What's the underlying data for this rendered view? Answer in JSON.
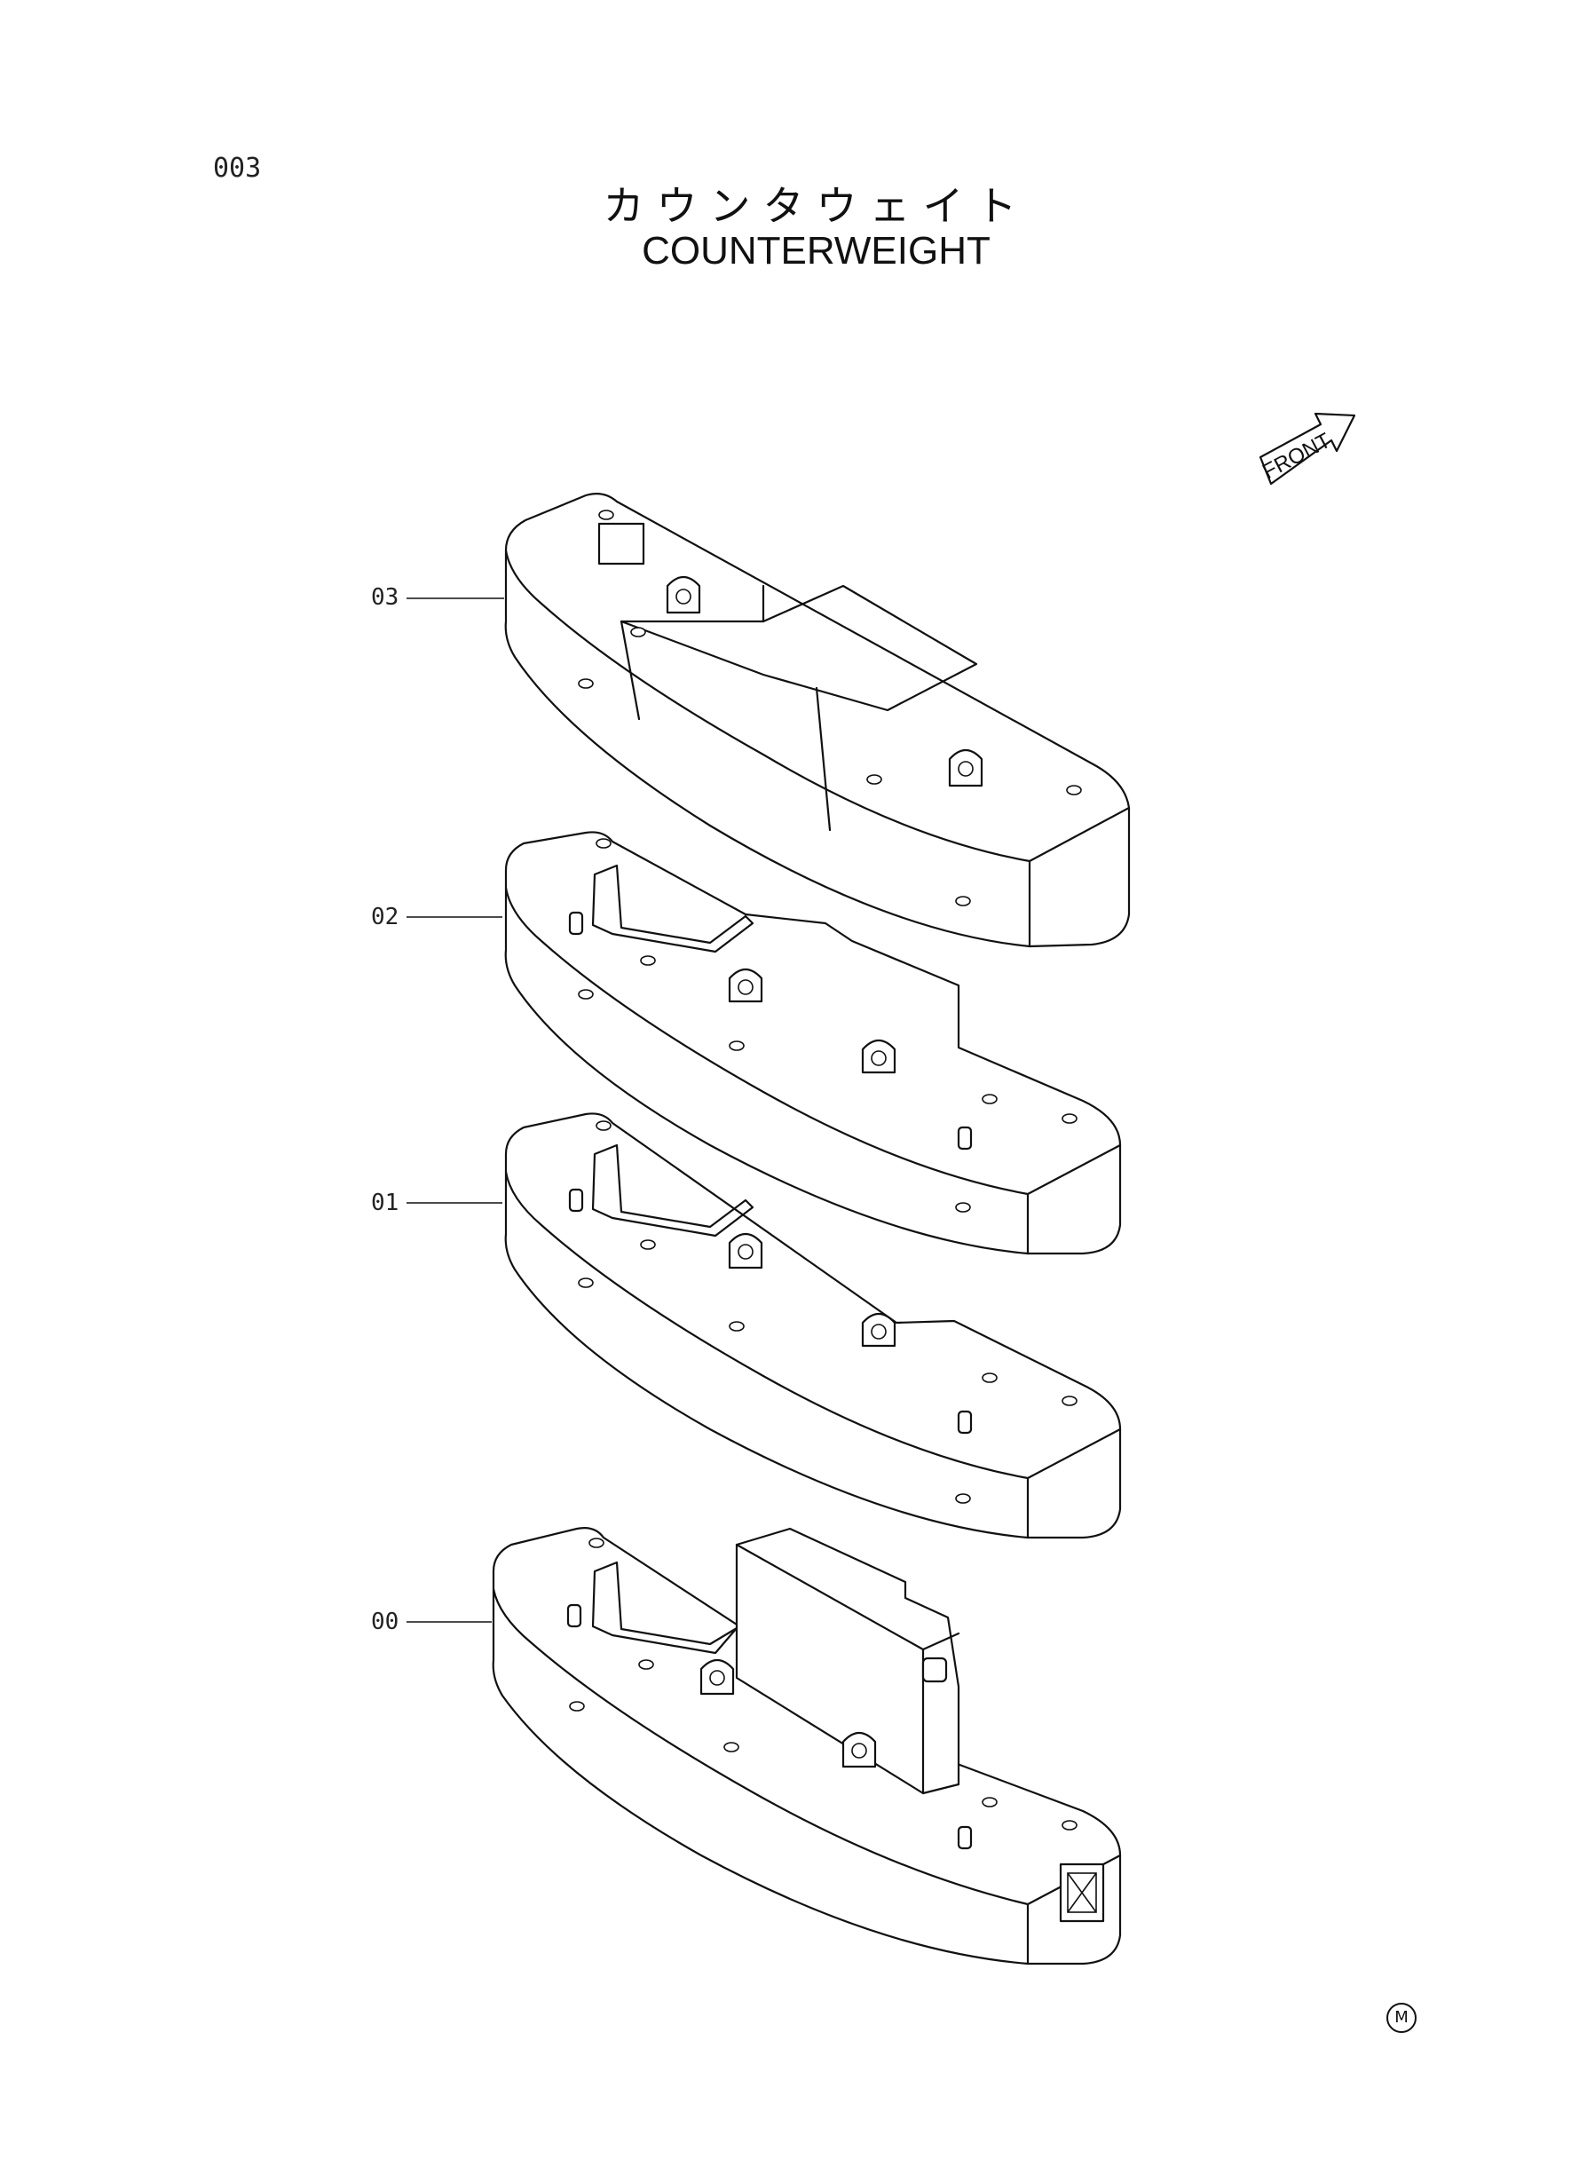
{
  "page_number": "003",
  "title_jp": "カウンタウェイト",
  "title_en": "COUNTERWEIGHT",
  "front_label": "FRONT",
  "callouts": [
    {
      "label": "03"
    },
    {
      "label": "02"
    },
    {
      "label": "01"
    },
    {
      "label": "00"
    }
  ],
  "footer_mark": "M"
}
